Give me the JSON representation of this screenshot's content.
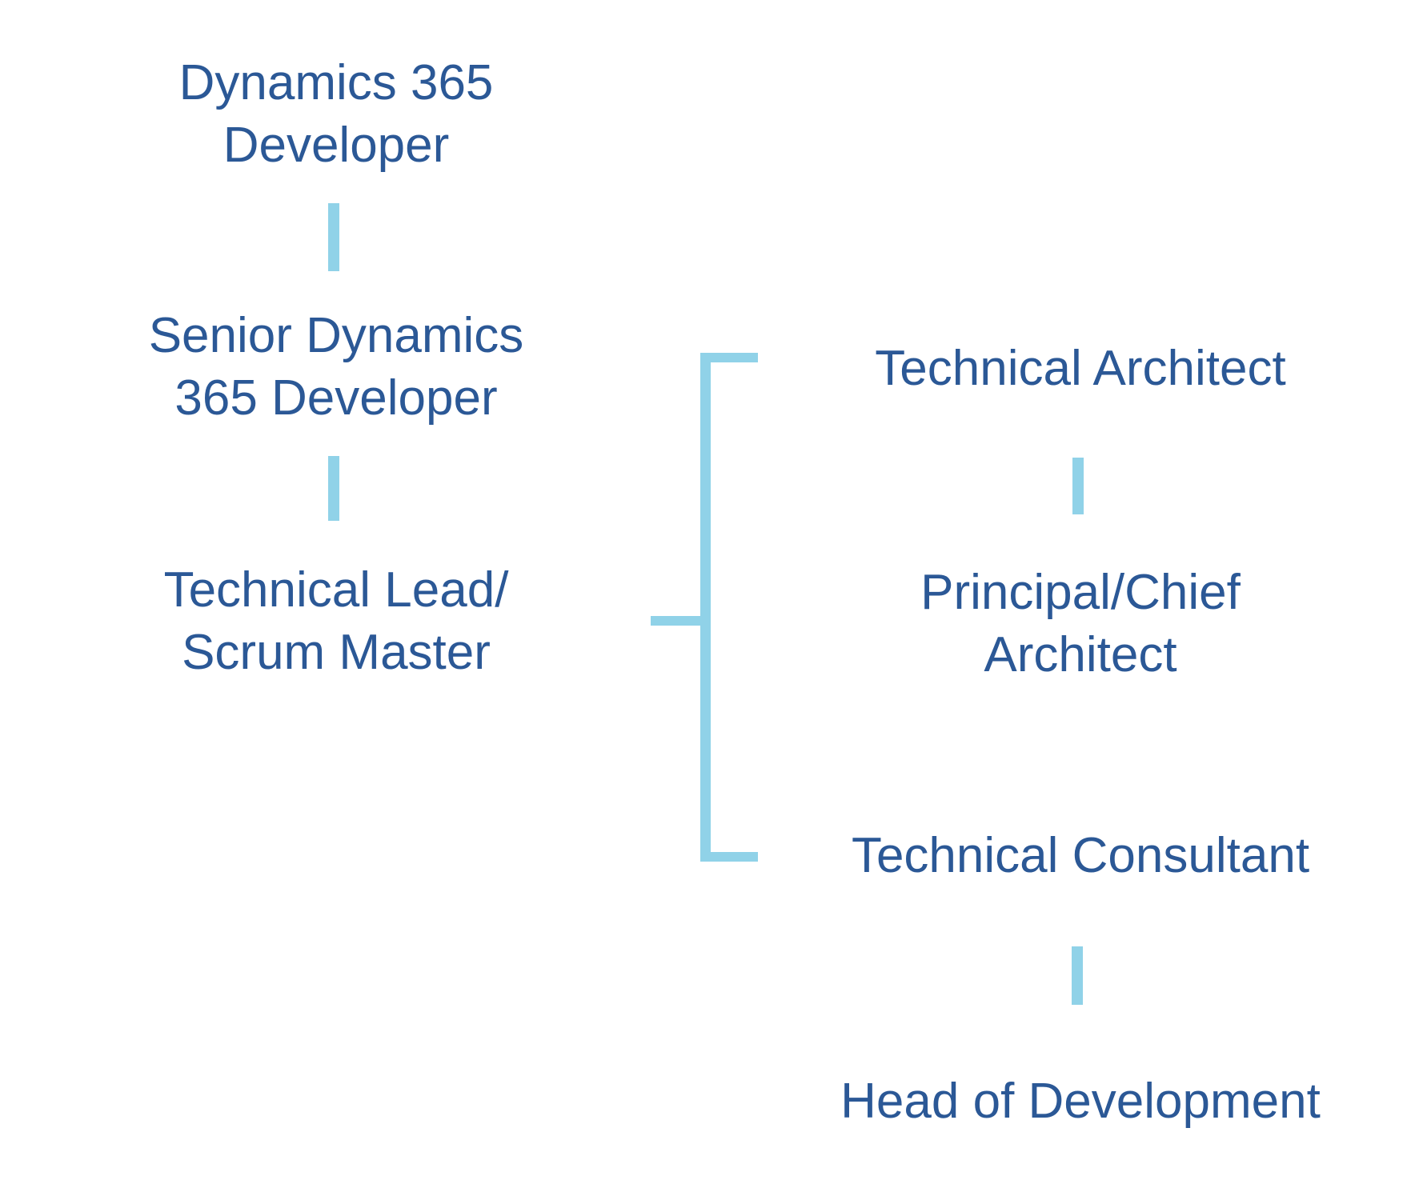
{
  "diagram": {
    "type": "career-progression-flowchart",
    "colors": {
      "background": "#FFFFFF",
      "text": "#2B5896",
      "connector": "#90D2E8"
    },
    "nodes": [
      {
        "id": "dynamics-365-developer",
        "label": "Dynamics 365\nDeveloper"
      },
      {
        "id": "senior-dynamics-365-developer",
        "label": "Senior Dynamics\n365 Developer"
      },
      {
        "id": "technical-lead-scrum-master",
        "label": "Technical Lead/\nScrum Master"
      },
      {
        "id": "technical-architect",
        "label": "Technical Architect"
      },
      {
        "id": "principal-chief-architect",
        "label": "Principal/Chief\nArchitect"
      },
      {
        "id": "technical-consultant",
        "label": "Technical Consultant"
      },
      {
        "id": "head-of-development",
        "label": "Head of Development"
      }
    ],
    "edges": [
      {
        "from": "dynamics-365-developer",
        "to": "senior-dynamics-365-developer"
      },
      {
        "from": "senior-dynamics-365-developer",
        "to": "technical-lead-scrum-master"
      },
      {
        "from": "technical-lead-scrum-master",
        "to": "technical-architect"
      },
      {
        "from": "technical-lead-scrum-master",
        "to": "technical-consultant"
      },
      {
        "from": "technical-architect",
        "to": "principal-chief-architect"
      },
      {
        "from": "technical-consultant",
        "to": "head-of-development"
      }
    ]
  }
}
